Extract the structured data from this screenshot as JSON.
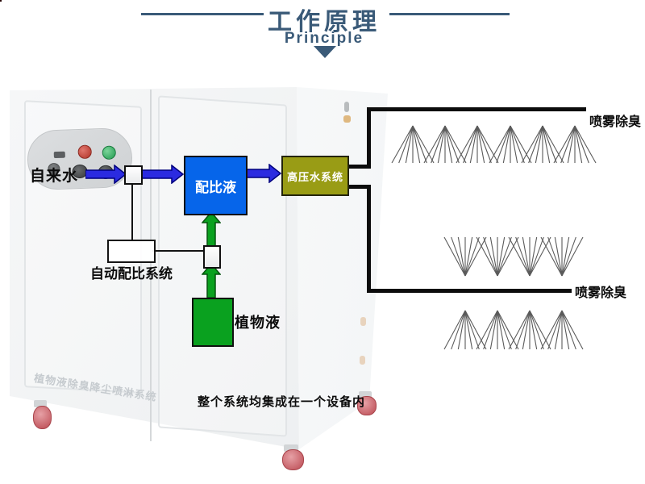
{
  "header": {
    "title": "工作原理",
    "subtitle": "Principle",
    "accent_color": "#3a5a78"
  },
  "labels": {
    "tap_water": "自来水",
    "auto_ratio_system": "自动配比系统",
    "plant_liquid": "植物液",
    "bottom_note": "整个系统均集成在一个设备内",
    "watermark": "植物液除臭降尘喷淋系统"
  },
  "boxes": {
    "mix": {
      "label": "配比液",
      "color": "#0665ea"
    },
    "highpressure": {
      "label": "高压水系统",
      "color": "#999c15"
    },
    "plant": {
      "color": "#0aa11f"
    }
  },
  "sprays": {
    "top": {
      "label": "喷雾除臭",
      "count": 6,
      "direction": "down"
    },
    "bottom": {
      "label": "喷雾除臭",
      "count": 4,
      "direction": "up-and-down"
    },
    "nozzle_color": "#a81414"
  },
  "flow_colors": {
    "water_arrow": "#2b2be0",
    "plant_arrow": "#0aa11f",
    "pipe": "#0c0c0c"
  }
}
